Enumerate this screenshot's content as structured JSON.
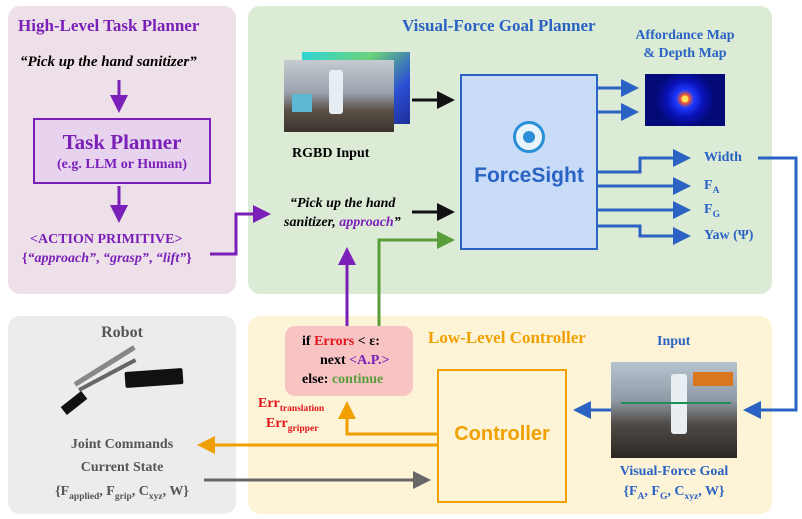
{
  "panels": {
    "high_level": {
      "title": "High-Level Task Planner",
      "quote": "“Pick up the hand sanitizer”",
      "task_planner_title": "Task Planner",
      "task_planner_sub": "(e.g. LLM or Human)",
      "action_primitive": "<ACTION PRIMITIVE>",
      "primitives_open": "{",
      "p1": "“approach”",
      "sep": ", ",
      "p2": "“grasp”",
      "p3": "“lift”",
      "primitives_close": "}"
    },
    "goal_planner": {
      "title": "Visual-Force Goal Planner",
      "rgbd_label": "RGBD Input",
      "affordance_line1": "Affordance Map",
      "affordance_line2": "& Depth Map",
      "foresight_label": "ForceSight",
      "prompt_line1": "“Pick up the hand",
      "prompt_line2a": "sanitizer, ",
      "prompt_line2b": "approach",
      "prompt_line2c": "”",
      "outputs": {
        "width": "Width",
        "fa_main": "F",
        "fa_sub": "A",
        "fg_main": "F",
        "fg_sub": "G",
        "yaw": "Yaw (Ψ)"
      }
    },
    "robot": {
      "title": "Robot",
      "joint_commands": "Joint Commands",
      "current_state": "Current State",
      "state_open": "{F",
      "state_sub1": "applied",
      "state_mid1": ", F",
      "state_sub2": "grip",
      "state_mid2": ", C",
      "state_sub3": "xyz",
      "state_close": ", W}"
    },
    "low_level": {
      "title": "Low-Level Controller",
      "controller_label": "Controller",
      "input_label": "Input",
      "goal_label": "Visual-Force Goal",
      "goal_open": "{F",
      "goal_sub1": "A",
      "goal_mid1": ", F",
      "goal_sub2": "G",
      "goal_mid2": ", C",
      "goal_sub3": "xyz",
      "goal_close": ", W}",
      "cond_if": "if ",
      "cond_errors": "Errors",
      "cond_lt": " < ε:",
      "cond_next": "next ",
      "cond_ap": "<A.P.>",
      "cond_else": "else: ",
      "cond_continue": "continue",
      "err_main": "Err",
      "err_translation": "translation",
      "err_gripper": "gripper"
    }
  },
  "colors": {
    "pink_panel": "#eee0e8",
    "green_panel": "#dcebd5",
    "gray_panel": "#ececec",
    "yellow_panel": "#fdf3d6",
    "purple": "#7a1fb8",
    "blue": "#2a63c4",
    "orange": "#f0a000",
    "green": "#5a9e3a",
    "red": "#e3141a"
  }
}
